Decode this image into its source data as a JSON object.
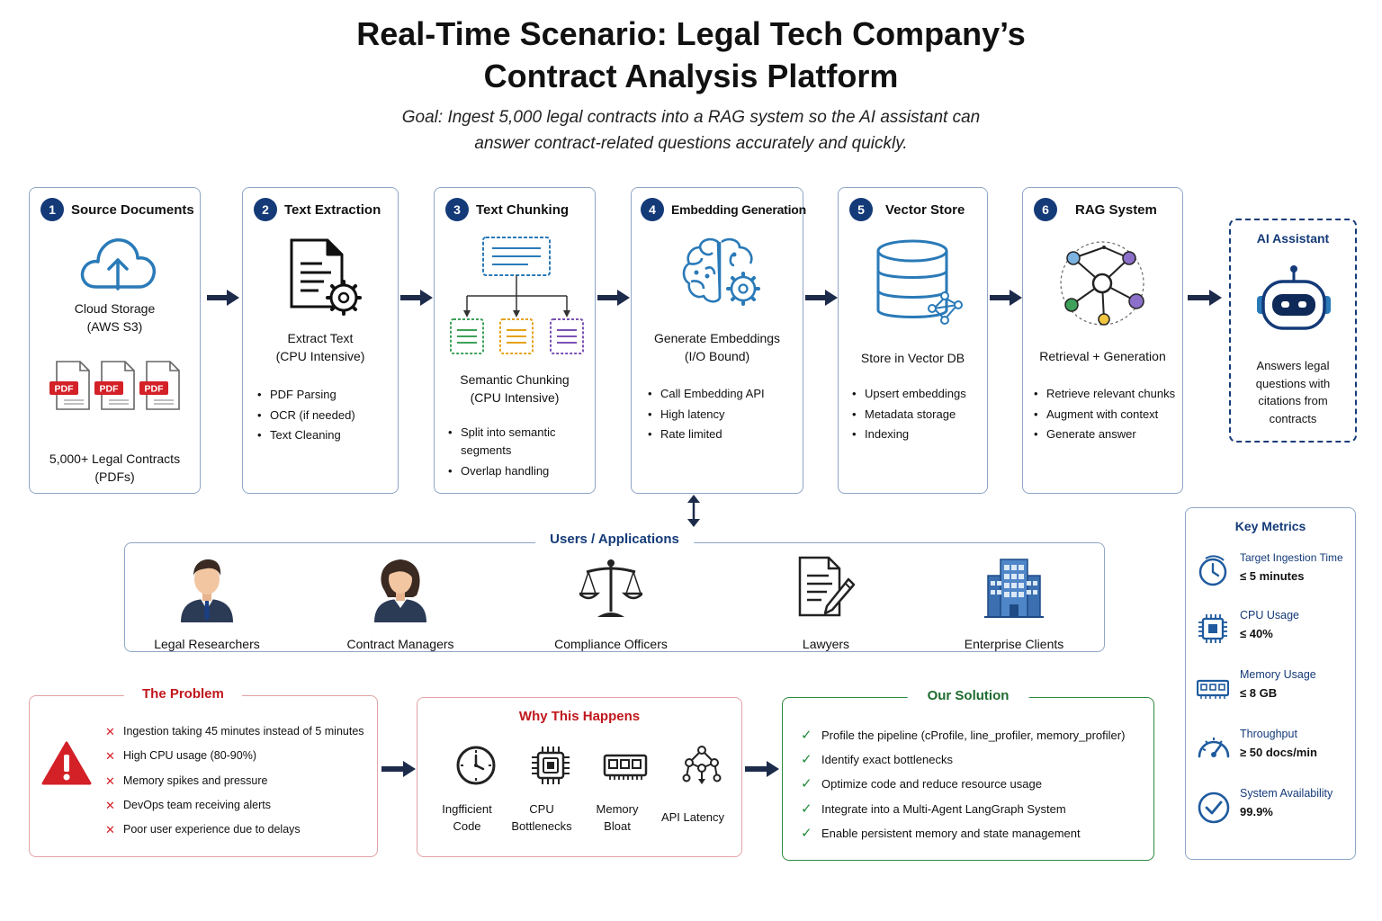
{
  "header": {
    "title_line1": "Real-Time Scenario: Legal Tech Company’s",
    "title_line2": "Contract Analysis Platform",
    "goal_line1": "Goal: Ingest 5,000 legal contracts into a RAG system so the AI assistant can",
    "goal_line2": "answer contract-related questions accurately and quickly."
  },
  "stages": [
    {
      "num": "1",
      "title": "Source Documents",
      "icon": "cloud-upload-icon",
      "text1": "Cloud Storage",
      "text2": "(AWS S3)",
      "pdf_label": "PDF",
      "text3": "5,000+ Legal Contracts",
      "text4": "(PDFs)"
    },
    {
      "num": "2",
      "title": "Text Extraction",
      "icon": "document-gear-icon",
      "text1": "Extract Text",
      "text2": "(CPU Intensive)",
      "bullets": [
        "PDF Parsing",
        "OCR (if needed)",
        "Text Cleaning"
      ]
    },
    {
      "num": "3",
      "title": "Text Chunking",
      "icon": "chunk-tree-icon",
      "text1": "Semantic Chunking",
      "text2": "(CPU Intensive)",
      "bullets": [
        "Split into semantic segments",
        "Overlap handling"
      ]
    },
    {
      "num": "4",
      "title": "Embedding Generation",
      "icon": "brain-gear-icon",
      "text1": "Generate Embeddings",
      "text2": "(I/O Bound)",
      "bullets": [
        "Call Embedding API",
        "High latency",
        "Rate limited"
      ]
    },
    {
      "num": "5",
      "title": "Vector Store",
      "icon": "database-icon",
      "text1": "Store in Vector DB",
      "bullets": [
        "Upsert embeddings",
        "Metadata storage",
        "Indexing"
      ]
    },
    {
      "num": "6",
      "title": "RAG System",
      "icon": "network-graph-icon",
      "text1": "Retrieval + Generation",
      "bullets": [
        "Retrieve relevant chunks",
        "Augment with context",
        "Generate answer"
      ]
    }
  ],
  "ai_assistant": {
    "title": "AI Assistant",
    "icon": "robot-icon",
    "text": [
      "Answers legal",
      "questions with",
      "citations from",
      "contracts"
    ]
  },
  "users": {
    "title": "Users / Applications",
    "items": [
      {
        "label": "Legal Researchers",
        "icon": "man-user-icon"
      },
      {
        "label": "Contract Managers",
        "icon": "woman-user-icon"
      },
      {
        "label": "Compliance Officers",
        "icon": "scales-icon"
      },
      {
        "label": "Lawyers",
        "icon": "document-pen-icon"
      },
      {
        "label": "Enterprise Clients",
        "icon": "office-building-icon"
      }
    ]
  },
  "problem": {
    "title": "The Problem",
    "icon": "warning-icon",
    "items": [
      "Ingestion taking 45 minutes instead of 5 minutes",
      "High CPU usage (80-90%)",
      "Memory spikes and pressure",
      "DevOps team receiving alerts",
      "Poor user experience due to delays"
    ]
  },
  "why": {
    "title": "Why This Happens",
    "items": [
      {
        "label1": "Ingfficient",
        "label2": "Code",
        "icon": "clock-icon"
      },
      {
        "label1": "CPU",
        "label2": "Bottlenecks",
        "icon": "cpu-chip-icon"
      },
      {
        "label1": "Memory",
        "label2": "Bloat",
        "icon": "memory-module-icon"
      },
      {
        "label1": "API Latency",
        "label2": "",
        "icon": "api-network-icon"
      }
    ]
  },
  "solution": {
    "title": "Our Solution",
    "items": [
      "Profile the pipeline (cProfile, line_profiler, memory_profiler)",
      "Identify exact bottlenecks",
      "Optimize code and reduce resource usage",
      "Integrate into a Multi-Agent LangGraph System",
      "Enable persistent memory and state management"
    ]
  },
  "metrics": {
    "title": "Key Metrics",
    "items": [
      {
        "label": "Target Ingestion Time",
        "value": "≤ 5 minutes",
        "icon": "timer-icon"
      },
      {
        "label": "CPU Usage",
        "value": "≤ 40%",
        "icon": "cpu-icon"
      },
      {
        "label": "Memory Usage",
        "value": "≤ 8 GB",
        "icon": "ram-icon"
      },
      {
        "label": "Throughput",
        "value": "≥ 50 docs/min",
        "icon": "gauge-icon"
      },
      {
        "label": "System Availability",
        "value": "99.9%",
        "icon": "check-circle-icon"
      }
    ]
  },
  "colors": {
    "navy": "#143a78",
    "blue": "#2a7ab8",
    "red": "#d42027",
    "green": "#1f8a3a",
    "border": "#8fa6c6"
  }
}
